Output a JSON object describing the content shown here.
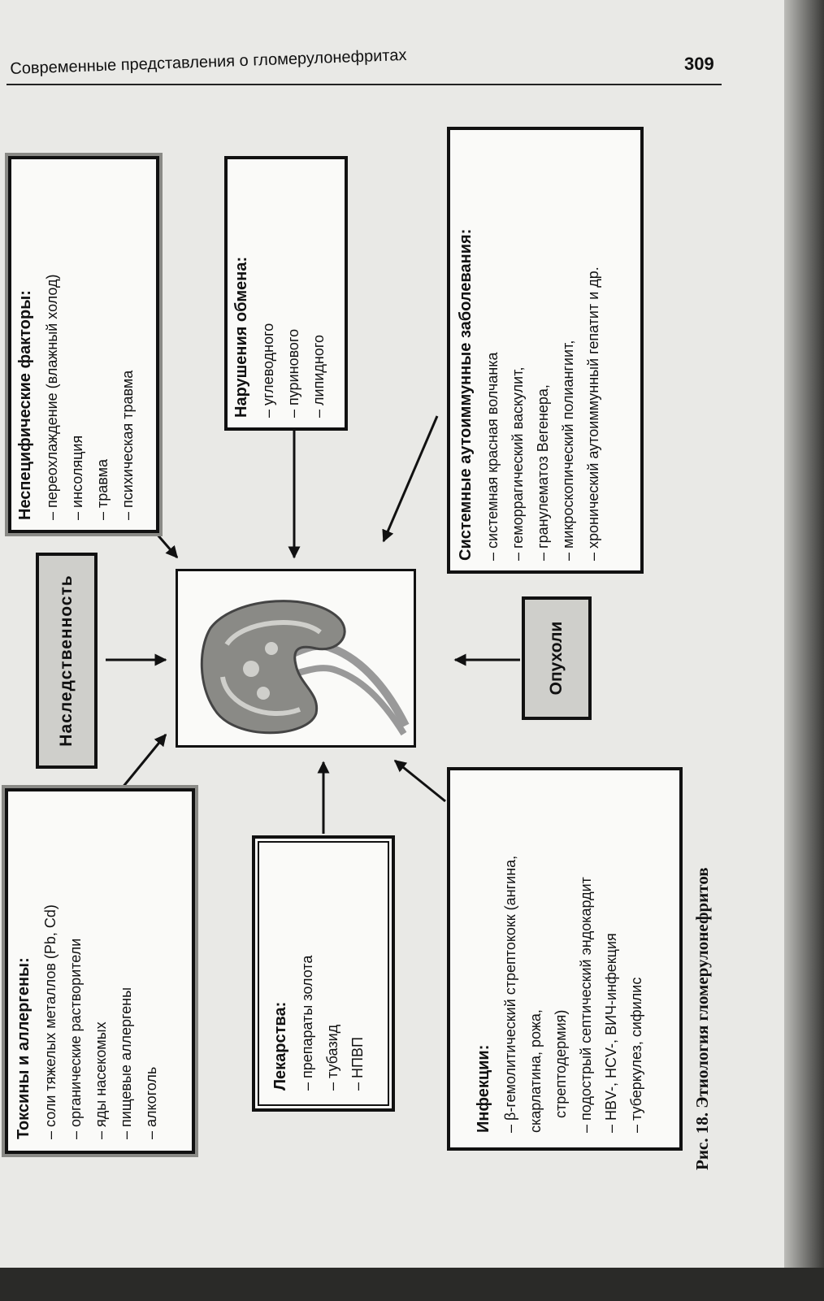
{
  "header": {
    "running_title": "Современные представления о гломерулонефритах",
    "page_number": "309"
  },
  "caption": "Рис. 18. Этиология гломерулонефритов",
  "diagram": {
    "center_icon": "kidney-icon",
    "boxes": {
      "nonspecific": {
        "heading": "Неспецифические факторы:",
        "items": [
          "переохлаждение (влажный холод)",
          "инсоляция",
          "травма",
          "психическая травма"
        ]
      },
      "metabolism": {
        "heading": "Нарушения обмена:",
        "items": [
          "углеводного",
          "пуринового",
          "липидного"
        ]
      },
      "autoimmune": {
        "heading": "Системные аутоиммунные заболевания:",
        "items": [
          "системная красная волчанка",
          "геморрагический васкулит,",
          "гранулематоз Вегенера,",
          "микроскопический полиангиит,",
          "хронический аутоиммунный гепатит и др."
        ]
      },
      "heredity": {
        "heading": "Наследственность"
      },
      "tumors": {
        "heading": "Опухоли"
      },
      "toxins": {
        "heading": "Токсины и аллергены:",
        "items": [
          "соли тяжелых металлов (Pb, Cd)",
          "органические растворители",
          "яды насекомых",
          "пищевые аллергены",
          "алкоголь"
        ]
      },
      "drugs": {
        "heading": "Лекарства:",
        "items": [
          "препараты золота",
          "тубазид",
          "НПВП"
        ]
      },
      "infections": {
        "heading": "Инфекции:",
        "items": [
          "β-гемолитический стрептококк (ангина, скарлатина, рожа,",
          "стрептодермия)",
          "подострый септический эндокардит",
          "HBV-, HCV-, ВИЧ-инфекция",
          "туберкулез, сифилис"
        ]
      }
    }
  }
}
